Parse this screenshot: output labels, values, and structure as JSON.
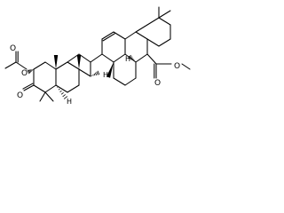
{
  "figure": {
    "atoms": {
      "o_acetyl_carbonyl": "O",
      "o_ester_link": "O",
      "o_ketone": "O",
      "o_methyl_ester_carbonyl": "O",
      "o_methyl_ester_link": "O",
      "h_c5": "H",
      "h_c9": "H",
      "h_c18": "H"
    }
  }
}
